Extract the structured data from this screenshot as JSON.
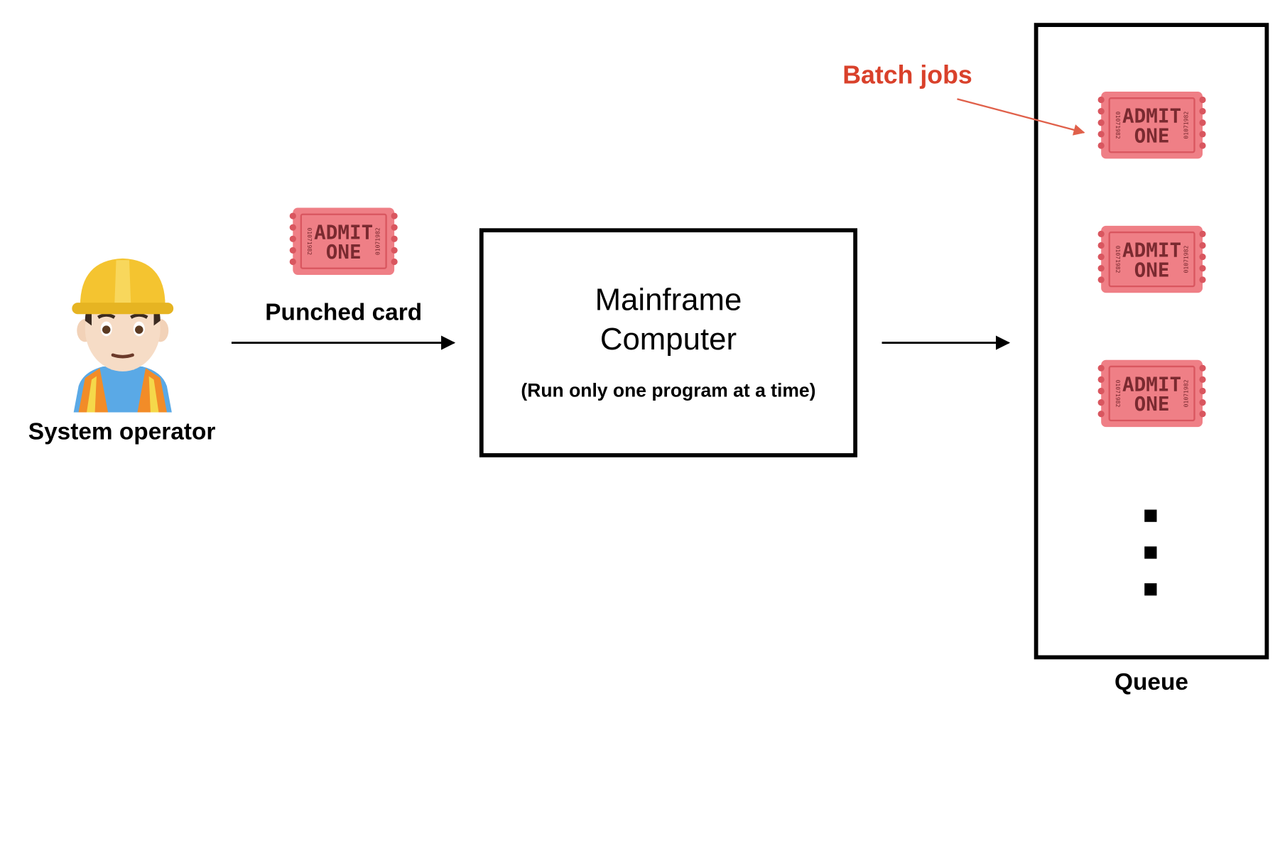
{
  "operator": {
    "label": "System operator",
    "icon": "construction-worker-icon"
  },
  "punched_card": {
    "label": "Punched card",
    "ticket_text_line1": "ADMIT",
    "ticket_text_line2": "ONE",
    "ticket_serial": "01071982"
  },
  "mainframe": {
    "title_line1": "Mainframe",
    "title_line2": "Computer",
    "subtitle": "(Run only one program at a time)"
  },
  "queue": {
    "label": "Queue",
    "annotation": "Batch jobs",
    "annotation_color": "#d9412b",
    "items": [
      {
        "line1": "ADMIT",
        "line2": "ONE",
        "serial": "01071982"
      },
      {
        "line1": "ADMIT",
        "line2": "ONE",
        "serial": "01071982"
      },
      {
        "line1": "ADMIT",
        "line2": "ONE",
        "serial": "01071982"
      }
    ]
  },
  "colors": {
    "ticket_fill": "#ef7f86",
    "ticket_edge": "#d9565f",
    "ticket_text": "#7a2a30"
  }
}
